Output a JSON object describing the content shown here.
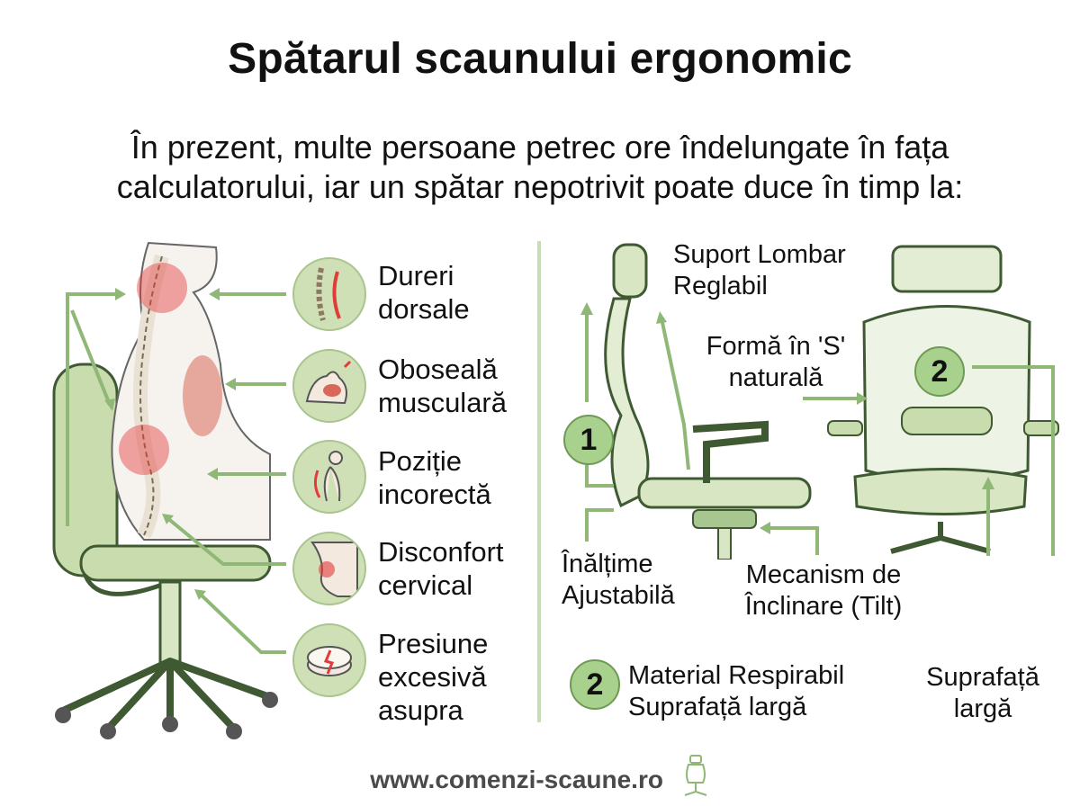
{
  "title": "Spătarul scaunului ergonomic",
  "intro": "În prezent, multe persoane petrec ore îndelungate în fața calculatorului, iar un spătar nepotrivit poate duce în timp la:",
  "problems": [
    {
      "label": "Dureri dorsale",
      "icon": "spine-pain-icon"
    },
    {
      "label": "Oboseală musculară",
      "icon": "muscle-fatigue-icon"
    },
    {
      "label": "Poziție incorectă",
      "icon": "bad-posture-icon"
    },
    {
      "label": "Disconfort cervical",
      "icon": "neck-pain-icon"
    },
    {
      "label": "Presiune excesivă asupra",
      "icon": "disc-pressure-icon"
    }
  ],
  "features": {
    "lumbar": "Suport Lombar Reglabil",
    "s_shape": "Formă în 'S' naturală",
    "height": "Înălțime Ajustabilă",
    "tilt": "Mecanism de Înclinare (Tilt)",
    "surface": "Suprafață largă",
    "material": "Material Respirabil Suprafață largă"
  },
  "badges": [
    "1",
    "2",
    "2"
  ],
  "footer": "www.comenzi-scaune.ro",
  "colors": {
    "accent": "#8fb877",
    "badge": "#a8d18d",
    "icon_bg": "#cfe0b6",
    "pain": "#e23b3b",
    "divider": "#c8dcb6"
  }
}
